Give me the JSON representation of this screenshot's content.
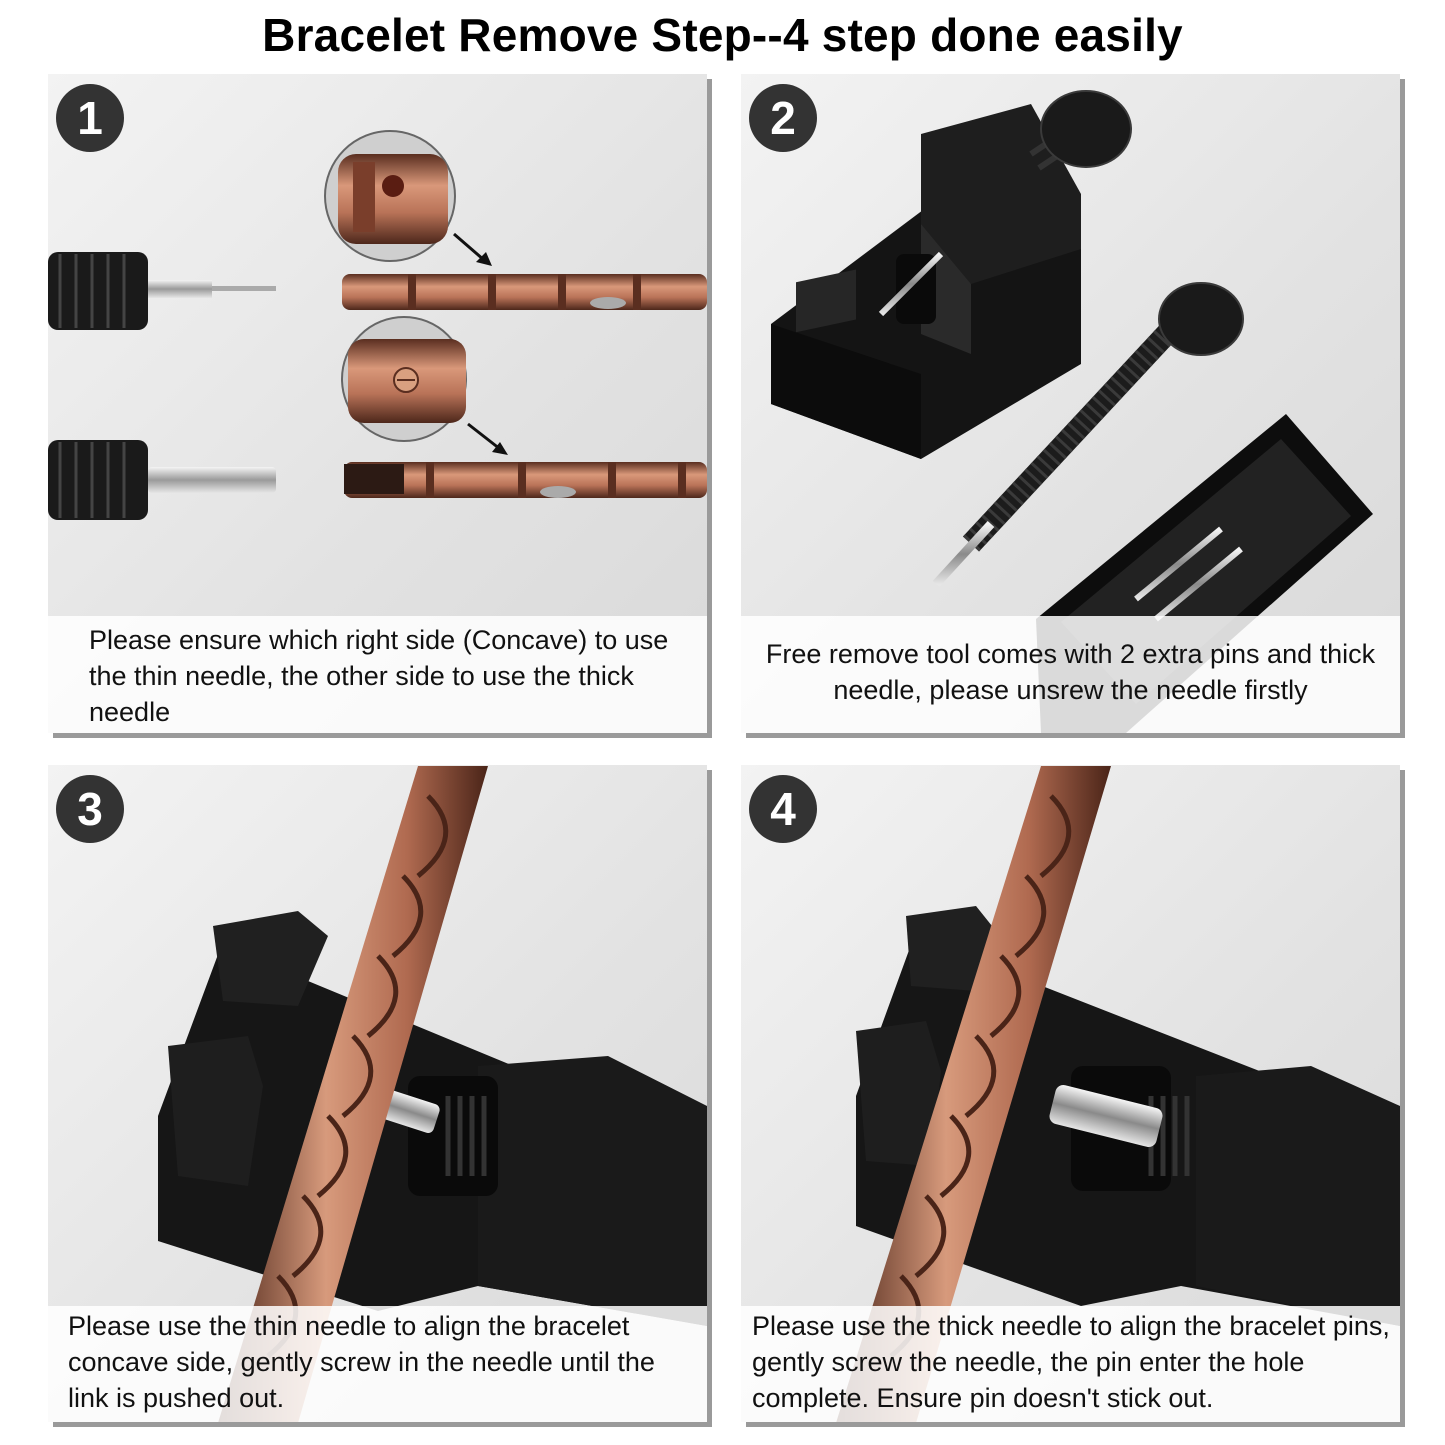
{
  "title": "Bracelet Remove Step--4 step done easily",
  "steps": [
    {
      "number": "1",
      "caption": "Please ensure which right side (Concave) to use the thin needle, the other side to use the thick needle",
      "icons": [
        "thin-needle-icon",
        "thick-needle-icon",
        "concave-link-zoom-icon",
        "pin-link-zoom-icon",
        "arrow-icon"
      ]
    },
    {
      "number": "2",
      "caption": "Free remove tool comes with 2 extra pins and thick needle, please unsrew the needle firstly",
      "icons": [
        "link-remover-tool-icon",
        "spare-needle-icon",
        "extra-pins-tray-icon"
      ]
    },
    {
      "number": "3",
      "caption": "Please use the thin needle to align the bracelet concave side, gently screw in the needle until the link is pushed out.",
      "icons": [
        "tool-with-bracelet-icon"
      ]
    },
    {
      "number": "4",
      "caption": "Please use the thick needle to align the bracelet pins, gently screw the needle, the pin enter the hole complete. Ensure pin doesn't stick out.",
      "icons": [
        "tool-with-bracelet-icon"
      ]
    }
  ],
  "colors": {
    "badge": "#333333",
    "copper": "#c98a6a",
    "copper_dark": "#6e3b2a",
    "tool": "#1c1c1c",
    "panel_bg": "#e6e6e6"
  }
}
